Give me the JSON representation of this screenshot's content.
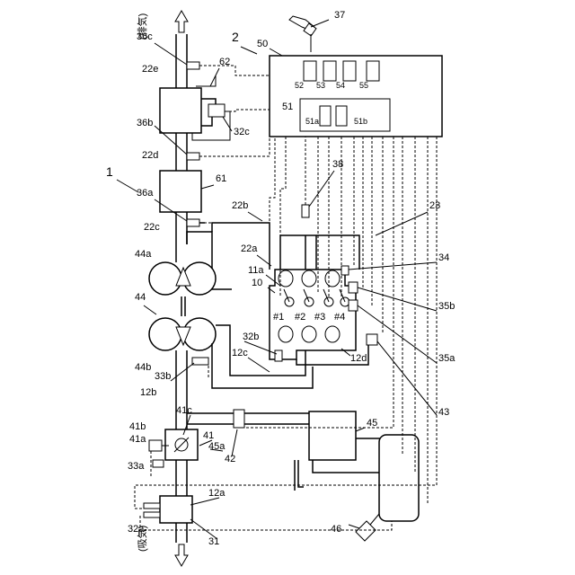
{
  "labels": {
    "ref_1": "1",
    "ref_2": "2",
    "ref_10": "10",
    "ref_11a": "11a",
    "ref_12a": "12a",
    "ref_12b": "12b",
    "ref_12c": "12c",
    "ref_12d": "12d",
    "ref_22a": "22a",
    "ref_22b": "22b",
    "ref_22c": "22c",
    "ref_22d": "22d",
    "ref_22e": "22e",
    "ref_23": "23",
    "ref_31": "31",
    "ref_32a": "32a",
    "ref_32b": "32b",
    "ref_32c": "32c",
    "ref_33a": "33a",
    "ref_33b": "33b",
    "ref_34": "34",
    "ref_35a": "35a",
    "ref_35b": "35b",
    "ref_36a": "36a",
    "ref_36b": "36b",
    "ref_36c": "36c",
    "ref_37": "37",
    "ref_38": "38",
    "ref_41": "41",
    "ref_41a": "41a",
    "ref_41b": "41b",
    "ref_41c": "41c",
    "ref_42": "42",
    "ref_43": "43",
    "ref_44": "44",
    "ref_44a": "44a",
    "ref_44b": "44b",
    "ref_45": "45",
    "ref_45a": "45a",
    "ref_46": "46",
    "ref_50": "50",
    "ref_51": "51",
    "ref_51a": "51a",
    "ref_51b": "51b",
    "ref_52": "52",
    "ref_53": "53",
    "ref_54": "54",
    "ref_55": "55",
    "ref_61": "61",
    "ref_62": "62",
    "exhaust": "(排気)",
    "intake": "(吸気)",
    "cyl_1": "#1",
    "cyl_2": "#2",
    "cyl_3": "#3",
    "cyl_4": "#4"
  }
}
